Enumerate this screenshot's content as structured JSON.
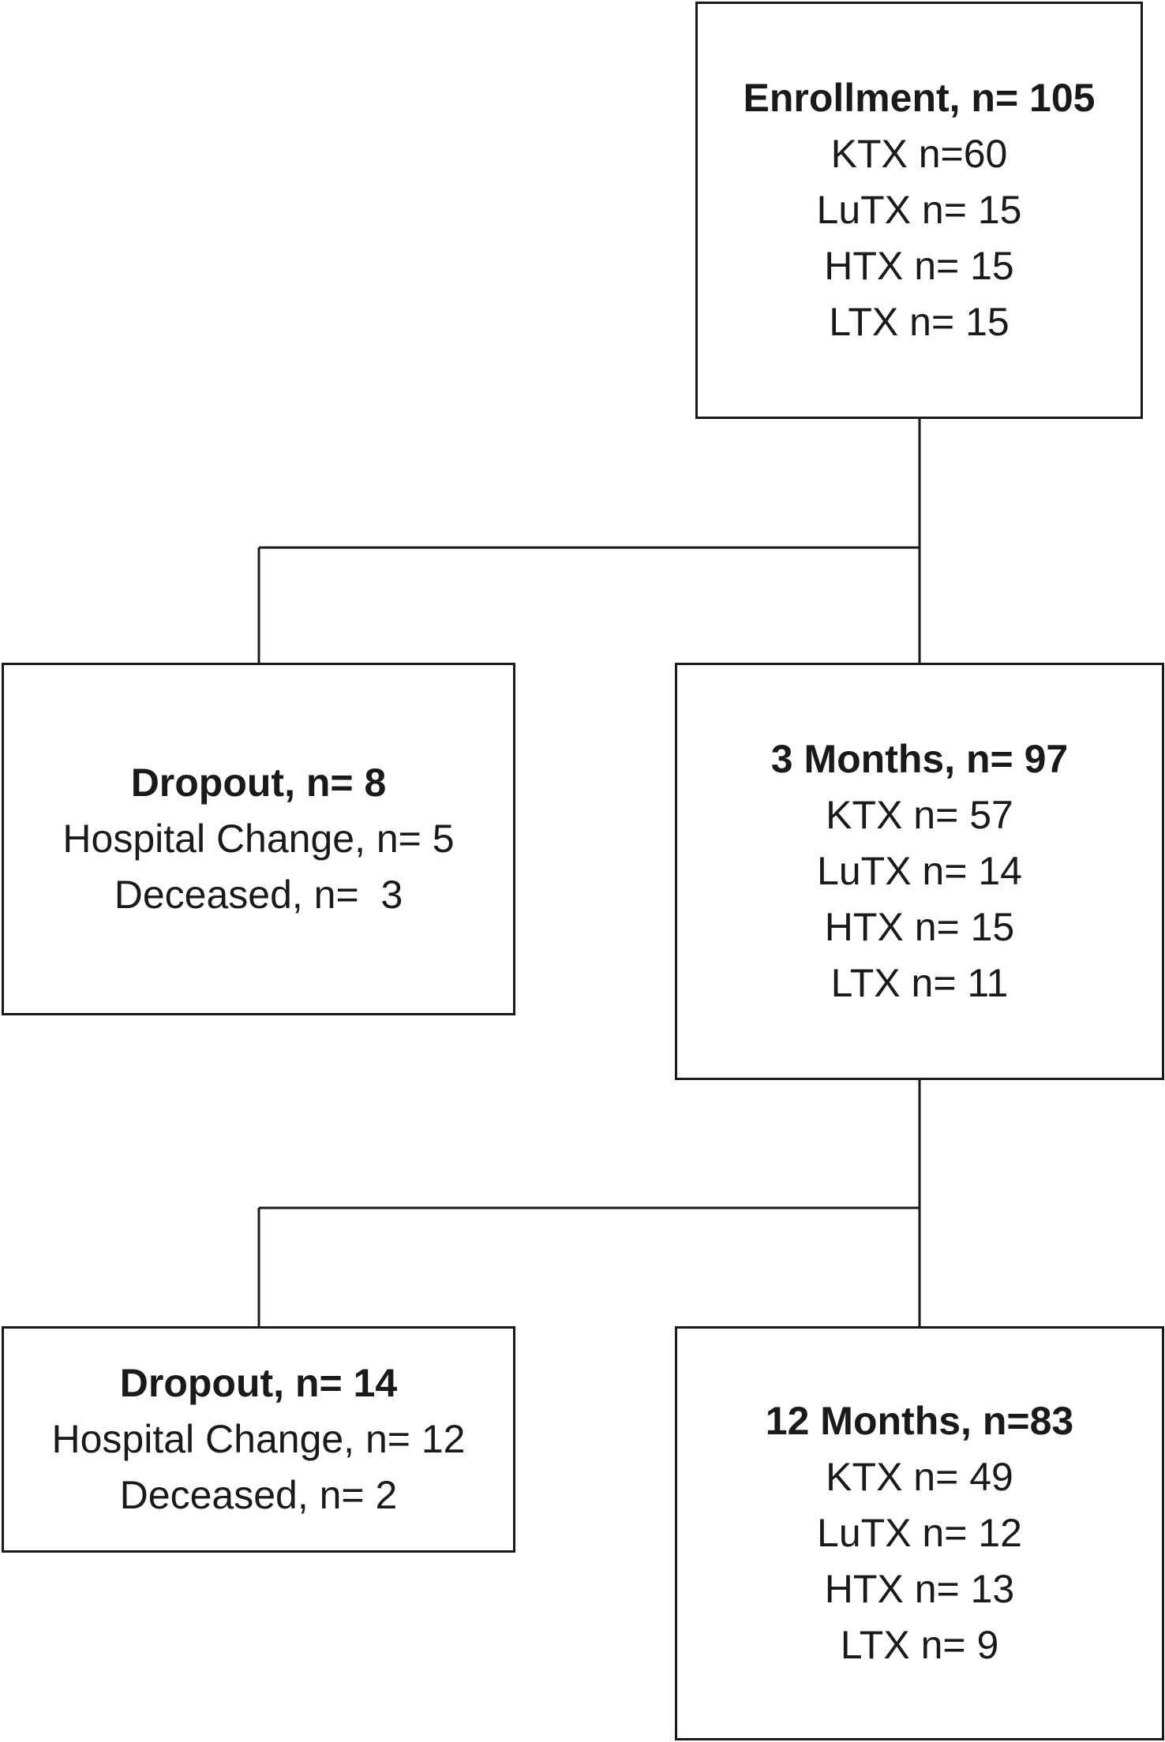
{
  "diagram": {
    "enrollment": {
      "title": "Enrollment, n= 105",
      "lines": [
        "KTX n=60",
        "LuTX n= 15",
        "HTX n= 15",
        "LTX n= 15"
      ]
    },
    "dropout_3m": {
      "title": "Dropout, n= 8",
      "lines": [
        "Hospital Change, n= 5",
        "Deceased, n=  3"
      ]
    },
    "months_3": {
      "title": "3 Months, n= 97",
      "lines": [
        "KTX n= 57",
        "LuTX n= 14",
        "HTX n= 15",
        "LTX n= 11"
      ]
    },
    "dropout_12m": {
      "title": "Dropout, n= 14",
      "lines": [
        "Hospital Change, n= 12",
        "Deceased, n= 2"
      ]
    },
    "months_12": {
      "title": "12 Months, n=83",
      "lines": [
        "KTX n= 49",
        "LuTX n= 12",
        "HTX n= 13",
        "LTX n= 9"
      ]
    }
  }
}
